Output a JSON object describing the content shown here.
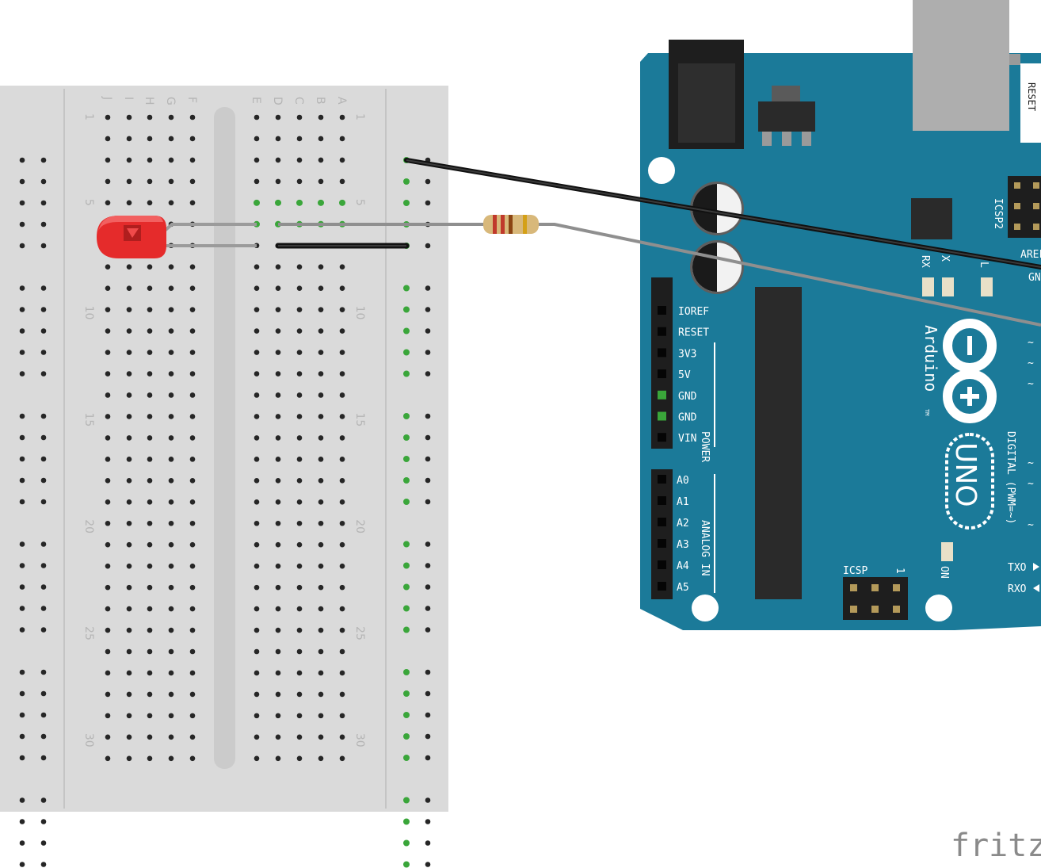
{
  "breadboard": {
    "column_labels": [
      "J",
      "I",
      "H",
      "G",
      "F",
      "E",
      "D",
      "C",
      "B",
      "A"
    ],
    "row_numbers": [
      "1",
      "5",
      "10",
      "15",
      "20",
      "25",
      "30"
    ],
    "colors": {
      "body": "#dadada",
      "hole": "#262626",
      "hole_active": "#3aa63a"
    }
  },
  "arduino": {
    "brand": "Arduino",
    "trademark": "TM",
    "model": "UNO",
    "reset_label": "RESET",
    "icsp2_label": "ICSP2",
    "icsp_label": "ICSP",
    "icsp_pin1": "1",
    "aref_label": "AREF",
    "aref_gnd_label": "GN",
    "rx_led": "RX",
    "tx_led": "X",
    "l_led": "L",
    "on_label": "ON",
    "power_label": "POWER",
    "analog_label": "ANALOG IN",
    "digital_label": "DIGITAL (PWM=~)",
    "txo_label": "TXO",
    "rxo_label": "RXO",
    "power_pins": [
      "IOREF",
      "RESET",
      "3V3",
      "5V",
      "GND",
      "GND",
      "VIN"
    ],
    "analog_pins": [
      "A0",
      "A1",
      "A2",
      "A3",
      "A4",
      "A5"
    ],
    "colors": {
      "board": "#1b7a99",
      "dark": "#1a1a1a"
    }
  },
  "components": {
    "led": {
      "color": "#e52b2b"
    },
    "resistor": {
      "bands": [
        "#c0392b",
        "#c0392b",
        "#8b4513",
        "#d4a017"
      ]
    },
    "wires": {
      "black": "#1d1d1d",
      "gray": "#8a8a8a"
    }
  },
  "watermark": "fritzi"
}
